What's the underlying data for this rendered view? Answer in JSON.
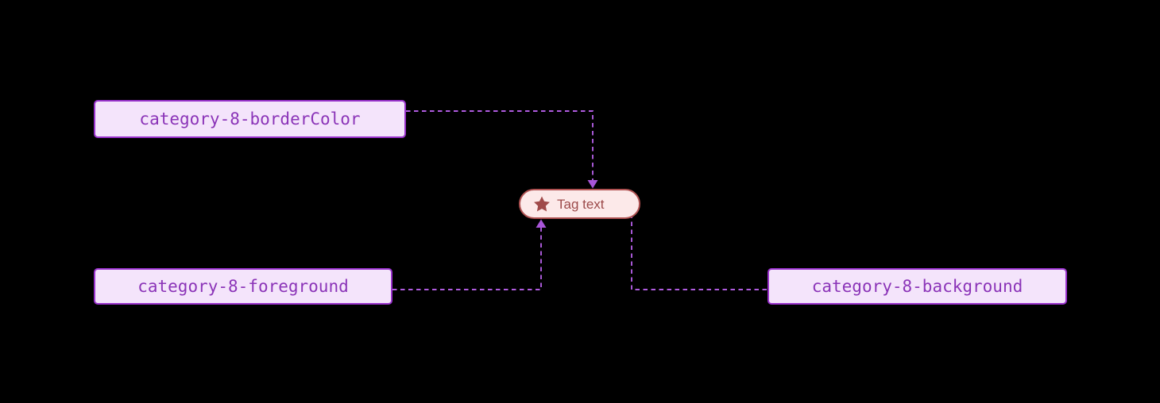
{
  "diagram": {
    "background_color": "#000000",
    "accent_color": "#9932cc",
    "token_box_fill": "#f4e4fb",
    "token_box_text_color": "#8b34b8",
    "tag_border_color": "#b05252",
    "tag_fill_color": "#fce9e9",
    "tag_text_color": "#9c4a4a",
    "edge_style": "dashed",
    "nodes": [
      {
        "id": "bordercolor",
        "label": "category-8-borderColor",
        "kind": "token-box"
      },
      {
        "id": "foreground",
        "label": "category-8-foreground",
        "kind": "token-box"
      },
      {
        "id": "background",
        "label": "category-8-background",
        "kind": "token-box"
      },
      {
        "id": "tag",
        "label": "Tag text",
        "kind": "tag",
        "icon": "star-icon"
      }
    ],
    "edges": [
      {
        "from": "bordercolor",
        "to": "tag",
        "arrow": "down"
      },
      {
        "from": "foreground",
        "to": "tag",
        "arrow": "up"
      },
      {
        "from": "background",
        "to": "tag",
        "arrow": "up"
      }
    ]
  }
}
